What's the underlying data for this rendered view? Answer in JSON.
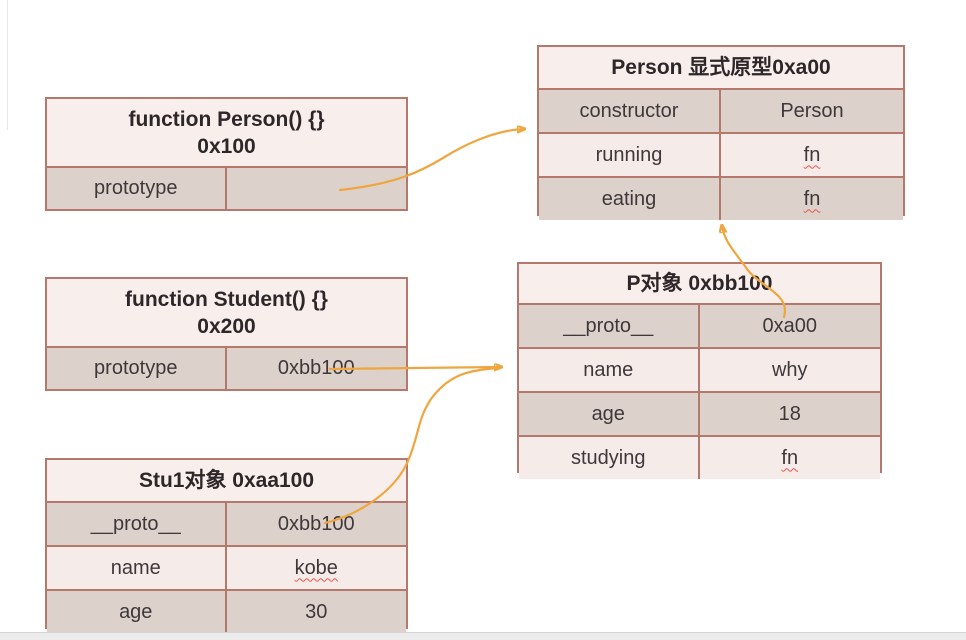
{
  "diagram": {
    "tables": {
      "person_function": {
        "title_line1": "function Person() {}",
        "title_line2": "0x100",
        "rows": [
          {
            "key": "prototype",
            "value": ""
          }
        ]
      },
      "person_prototype": {
        "title": "Person 显式原型0xa00",
        "rows": [
          {
            "key": "constructor",
            "value": "Person"
          },
          {
            "key": "running",
            "value": "fn"
          },
          {
            "key": "eating",
            "value": "fn"
          }
        ]
      },
      "student_function": {
        "title_line1": "function Student() {}",
        "title_line2": "0x200",
        "rows": [
          {
            "key": "prototype",
            "value": "0xbb100"
          }
        ]
      },
      "p_object": {
        "title": "P对象 0xbb100",
        "rows": [
          {
            "key": "__proto__",
            "value": "0xa00"
          },
          {
            "key": "name",
            "value": "why"
          },
          {
            "key": "age",
            "value": "18"
          },
          {
            "key": "studying",
            "value": "fn"
          }
        ]
      },
      "stu1_object": {
        "title": "Stu1对象 0xaa100",
        "rows": [
          {
            "key": "__proto__",
            "value": "0xbb100"
          },
          {
            "key": "name",
            "value": "kobe"
          },
          {
            "key": "age",
            "value": "30"
          }
        ]
      }
    },
    "arrows": [
      {
        "from": "person_function.prototype",
        "to": "person_prototype"
      },
      {
        "from": "student_function.prototype",
        "to": "p_object"
      },
      {
        "from": "stu1_object.__proto__",
        "to": "p_object"
      },
      {
        "from": "p_object.__proto__",
        "to": "person_prototype"
      }
    ],
    "colors": {
      "border": "#b5786d",
      "header_bg": "#f8efec",
      "row_light": "#f5ebe9",
      "row_dark": "#ddd1cb",
      "arrow": "#efa63f",
      "text": "#3f383a",
      "squiggle": "#e8574a"
    }
  }
}
